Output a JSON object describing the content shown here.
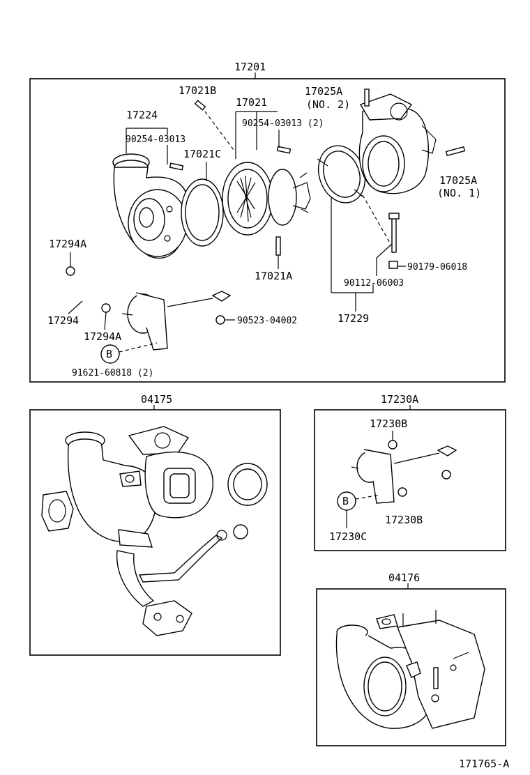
{
  "assembly": {
    "main_part": "17201",
    "labels": {
      "p17021B": "17021B",
      "p17025A_no2": "17025A",
      "p17025A_no2_sub": "(NO. 2)",
      "p17021": "17021",
      "p17224": "17224",
      "p90254_a": "90254-03013",
      "p90254_b": "90254-03013 (2)",
      "p17021C": "17021C",
      "p17025A_no1": "17025A",
      "p17025A_no1_sub": "(NO. 1)",
      "p17294A_top": "17294A",
      "p90179": "90179-06018",
      "p17021A": "17021A",
      "p90112": "90112-06003",
      "p17294": "17294",
      "p90523": "90523-04002",
      "p17229": "17229",
      "p17294A_bot": "17294A",
      "b_marker": "B",
      "p91621": "91621-60818 (2)"
    }
  },
  "kit_04175": {
    "title": "04175"
  },
  "kit_17230A": {
    "title": "17230A",
    "labels": {
      "p17230B_top": "17230B",
      "b_marker": "B",
      "p17230B_bot": "17230B",
      "p17230C": "17230C"
    }
  },
  "kit_04176": {
    "title": "04176"
  },
  "footer": {
    "code": "171765-A"
  }
}
